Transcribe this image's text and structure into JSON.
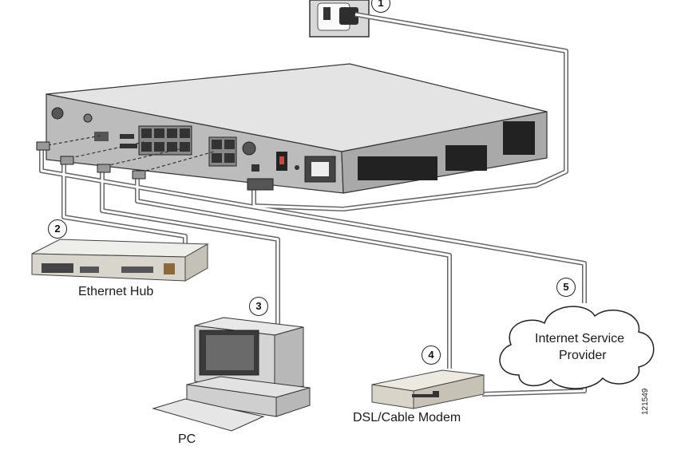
{
  "labels": {
    "ethernet_hub": "Ethernet Hub",
    "pc": "PC",
    "modem": "DSL/Cable Modem",
    "isp_line1": "Internet Service",
    "isp_line2": "Provider"
  },
  "callouts": [
    "1",
    "2",
    "3",
    "4",
    "5"
  ],
  "figure_id": "121549",
  "colors": {
    "device_top": "#e6e6e6",
    "device_front": "#bdbdbd",
    "device_dark": "#4a4a4a",
    "cable_outline": "#666666",
    "cable_fill": "#ffffff"
  }
}
